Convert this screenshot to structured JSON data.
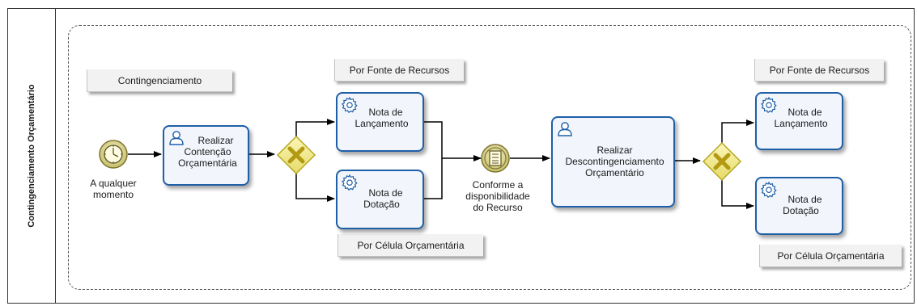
{
  "pool": {
    "label": "Contingenciamento Orçamentário"
  },
  "annotations": {
    "contingenciamento": "Contingenciamento",
    "fonte_1": "Por Fonte de Recursos",
    "celula_1": "Por Célula Orçamentária",
    "fonte_2": "Por Fonte de Recursos",
    "celula_2": "Por Célula Orçamentária"
  },
  "events": {
    "start_timer": {
      "label_l1": "A qualquer",
      "label_l2": "momento",
      "icon": "clock-icon"
    },
    "intermediate_conditional": {
      "label_l1": "Conforme a",
      "label_l2": "disponibilidade",
      "label_l3": "do Recurso",
      "icon": "document-list-icon"
    }
  },
  "tasks": {
    "realizar_contencao": {
      "l1": "Realizar",
      "l2": "Contenção",
      "l3": "Orçamentária",
      "icon": "user-icon"
    },
    "nota_lancamento_1": {
      "l1": "Nota de",
      "l2": "Lançamento",
      "icon": "gear-icon"
    },
    "nota_dotacao_1": {
      "l1": "Nota de",
      "l2": "Dotação",
      "icon": "gear-icon"
    },
    "realizar_descontingenciamento": {
      "l1": "Realizar",
      "l2": "Descontingenciamento",
      "l3": "Orçamentário",
      "icon": "user-icon"
    },
    "nota_lancamento_2": {
      "l1": "Nota de",
      "l2": "Lançamento",
      "icon": "gear-icon"
    },
    "nota_dotacao_2": {
      "l1": "Nota de",
      "l2": "Dotação",
      "icon": "gear-icon"
    }
  },
  "gateways": {
    "icon": "exclusive-gateway-icon"
  },
  "colors": {
    "task_border": "#1f5fa8",
    "task_fill": "#f2f6fc",
    "gateway_fill": "#f4ec8c",
    "gateway_border": "#b5a620",
    "event_fill": "#e6df9e",
    "flow": "#000000"
  }
}
